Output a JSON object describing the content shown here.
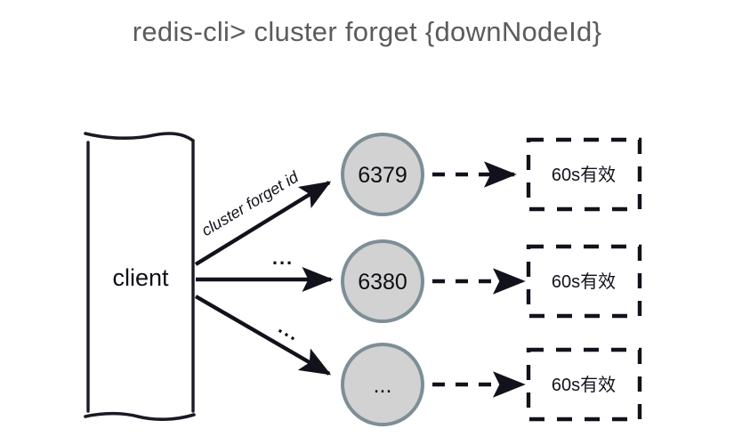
{
  "title": "redis-cli> cluster forget {downNodeId}",
  "colors": {
    "title_text": "#5b5b5b",
    "node_fill": "#d2d2d2",
    "node_stroke": "#7d8e96",
    "line": "#12121c",
    "background": "#ffffff"
  },
  "client": {
    "label": "client"
  },
  "edges": [
    {
      "label": "cluster forget id"
    },
    {
      "label": "..."
    },
    {
      "label": "..."
    }
  ],
  "nodes": [
    {
      "label": "6379"
    },
    {
      "label": "6380"
    },
    {
      "label": "..."
    }
  ],
  "ttl_boxes": [
    {
      "label": "60s有效"
    },
    {
      "label": "60s有效"
    },
    {
      "label": "60s有效"
    }
  ]
}
